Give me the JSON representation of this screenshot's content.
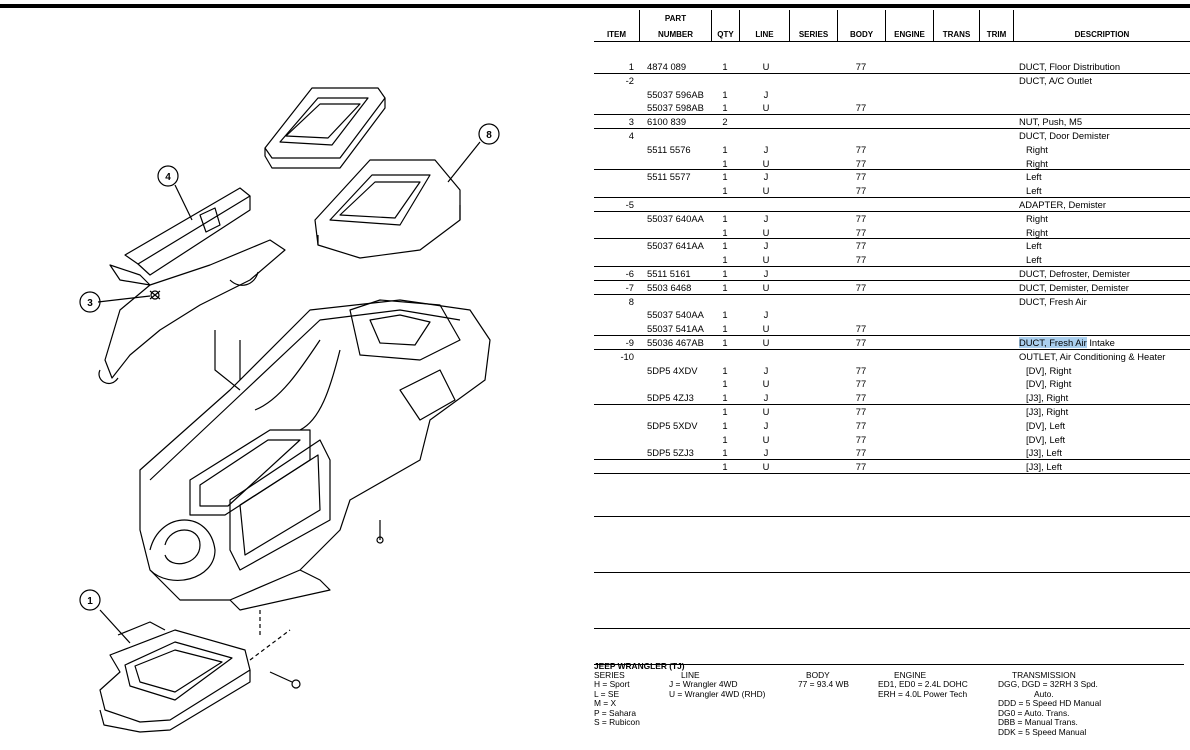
{
  "header": {
    "item": "ITEM",
    "part_line1": "PART",
    "part_line2": "NUMBER",
    "qty": "QTY",
    "line": "LINE",
    "series": "SERIES",
    "body": "BODY",
    "engine": "ENGINE",
    "trans": "TRANS",
    "trim": "TRIM",
    "description": "DESCRIPTION"
  },
  "callouts": [
    "1",
    "3",
    "4",
    "8"
  ],
  "rows": [
    {
      "item": "1",
      "part": "4874 089",
      "qty": "1",
      "line": "U",
      "body": "77",
      "desc": "DUCT, Floor Distribution"
    },
    {
      "item": "-2",
      "part": "",
      "qty": "",
      "line": "",
      "body": "",
      "desc": "DUCT, A/C Outlet"
    },
    {
      "item": "",
      "part": "55037 596AB",
      "qty": "1",
      "line": "J",
      "body": "",
      "desc": ""
    },
    {
      "item": "",
      "part": "55037 598AB",
      "qty": "1",
      "line": "U",
      "body": "77",
      "desc": ""
    },
    {
      "item": "3",
      "part": "6100 839",
      "qty": "2",
      "line": "",
      "body": "",
      "desc": "NUT, Push, M5"
    },
    {
      "item": "4",
      "part": "",
      "qty": "",
      "line": "",
      "body": "",
      "desc": "DUCT, Door Demister"
    },
    {
      "item": "",
      "part": "5511 5576",
      "qty": "1",
      "line": "J",
      "body": "77",
      "desc": "Right"
    },
    {
      "item": "",
      "part": "",
      "qty": "1",
      "line": "U",
      "body": "77",
      "desc": "Right"
    },
    {
      "item": "",
      "part": "5511 5577",
      "qty": "1",
      "line": "J",
      "body": "77",
      "desc": "Left"
    },
    {
      "item": "",
      "part": "",
      "qty": "1",
      "line": "U",
      "body": "77",
      "desc": "Left"
    },
    {
      "item": "-5",
      "part": "",
      "qty": "",
      "line": "",
      "body": "",
      "desc": "ADAPTER, Demister"
    },
    {
      "item": "",
      "part": "55037 640AA",
      "qty": "1",
      "line": "J",
      "body": "77",
      "desc": "Right"
    },
    {
      "item": "",
      "part": "",
      "qty": "1",
      "line": "U",
      "body": "77",
      "desc": "Right"
    },
    {
      "item": "",
      "part": "55037 641AA",
      "qty": "1",
      "line": "J",
      "body": "77",
      "desc": "Left"
    },
    {
      "item": "",
      "part": "",
      "qty": "1",
      "line": "U",
      "body": "77",
      "desc": "Left"
    },
    {
      "item": "-6",
      "part": "5511 5161",
      "qty": "1",
      "line": "J",
      "body": "",
      "desc": "DUCT, Defroster, Demister"
    },
    {
      "item": "-7",
      "part": "5503 6468",
      "qty": "1",
      "line": "U",
      "body": "77",
      "desc": "DUCT, Demister, Demister"
    },
    {
      "item": "8",
      "part": "",
      "qty": "",
      "line": "",
      "body": "",
      "desc": "DUCT, Fresh Air"
    },
    {
      "item": "",
      "part": "55037 540AA",
      "qty": "1",
      "line": "J",
      "body": "",
      "desc": ""
    },
    {
      "item": "",
      "part": "55037 541AA",
      "qty": "1",
      "line": "U",
      "body": "77",
      "desc": ""
    },
    {
      "item": "-9",
      "part": "55036 467AB",
      "qty": "1",
      "line": "U",
      "body": "77",
      "desc_hl": "DUCT, Fresh Air",
      "desc_rest": " Intake"
    },
    {
      "item": "-10",
      "part": "",
      "qty": "",
      "line": "",
      "body": "",
      "desc": "OUTLET, Air Conditioning & Heater"
    },
    {
      "item": "",
      "part": "5DP5 4XDV",
      "qty": "1",
      "line": "J",
      "body": "77",
      "desc": "[DV], Right"
    },
    {
      "item": "",
      "part": "",
      "qty": "1",
      "line": "U",
      "body": "77",
      "desc": "[DV], Right"
    },
    {
      "item": "",
      "part": "5DP5 4ZJ3",
      "qty": "1",
      "line": "J",
      "body": "77",
      "desc": "[J3], Right"
    },
    {
      "item": "",
      "part": "",
      "qty": "1",
      "line": "U",
      "body": "77",
      "desc": "[J3], Right"
    },
    {
      "item": "",
      "part": "5DP5 5XDV",
      "qty": "1",
      "line": "J",
      "body": "77",
      "desc": "[DV], Left"
    },
    {
      "item": "",
      "part": "",
      "qty": "1",
      "line": "U",
      "body": "77",
      "desc": "[DV], Left"
    },
    {
      "item": "",
      "part": "5DP5 5ZJ3",
      "qty": "1",
      "line": "J",
      "body": "77",
      "desc": "[J3], Left"
    },
    {
      "item": "",
      "part": "",
      "qty": "1",
      "line": "U",
      "body": "77",
      "desc": "[J3], Left"
    }
  ],
  "legend": {
    "model": "JEEP WRANGLER (TJ)",
    "series_title": "SERIES",
    "series": [
      "H = Sport",
      "L = SE",
      "M = X",
      "P = Sahara",
      "S = Rubicon"
    ],
    "line_title": "LINE",
    "line": [
      "J = Wrangler 4WD",
      "U = Wrangler 4WD (RHD)"
    ],
    "body_title": "BODY",
    "body": [
      "77 = 93.4 WB"
    ],
    "engine_title": "ENGINE",
    "engine": [
      "ED1, ED0 = 2.4L DOHC",
      "ERH = 4.0L Power Tech"
    ],
    "trans_title": "TRANSMISSION",
    "trans": [
      "DGG, DGD = 32RH 3 Spd.",
      "Auto.",
      "DDD = 5 Speed HD Manual",
      "DG0 = Auto. Trans.",
      "DBB = Manual Trans.",
      "DDK = 5 Speed Manual"
    ]
  }
}
